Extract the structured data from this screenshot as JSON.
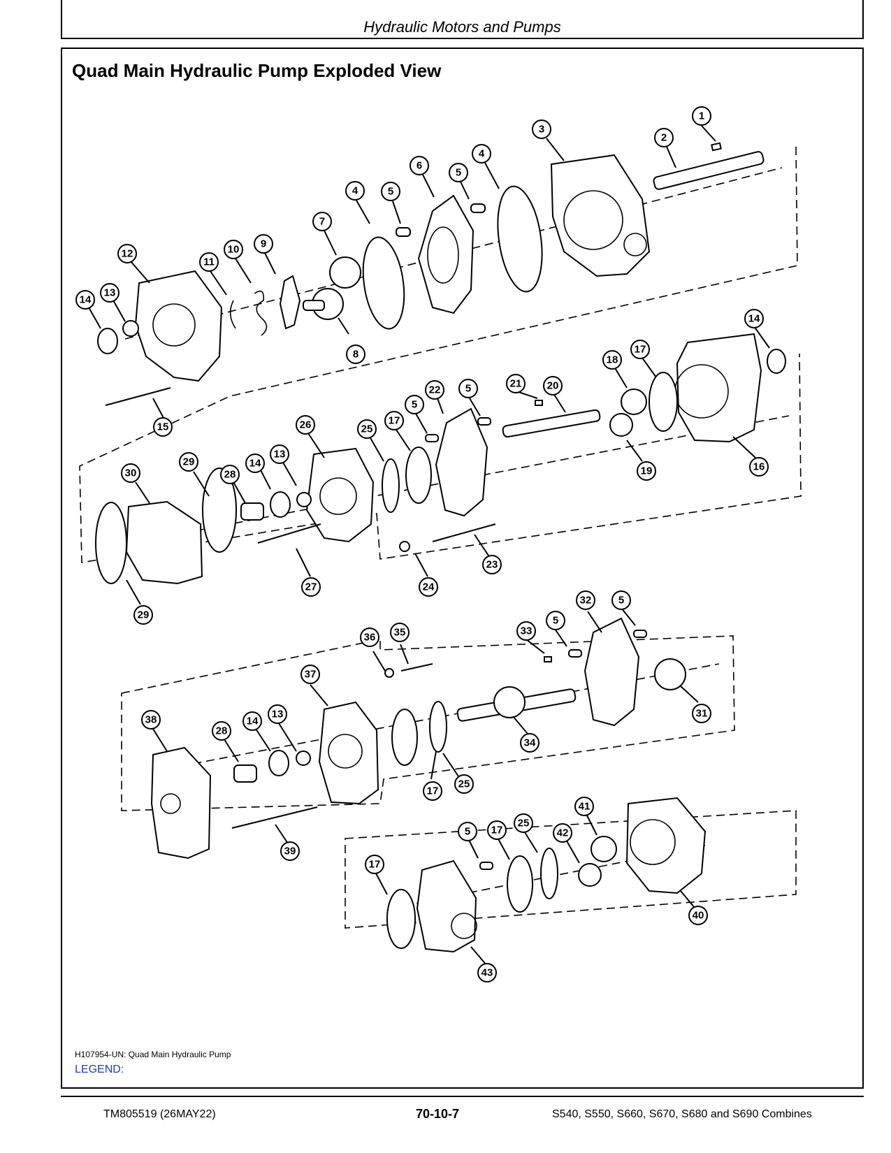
{
  "header": {
    "section_title": "Hydraulic Motors and Pumps"
  },
  "panel": {
    "title": "Quad Main Hydraulic Pump Exploded View",
    "callouts": [
      "1",
      "2",
      "3",
      "4",
      "4",
      "5",
      "5",
      "5",
      "6",
      "7",
      "8",
      "9",
      "10",
      "11",
      "12",
      "13",
      "13",
      "13",
      "14",
      "14",
      "14",
      "14",
      "15",
      "16",
      "17",
      "17",
      "17",
      "17",
      "17",
      "18",
      "19",
      "20",
      "21",
      "22",
      "23",
      "24",
      "25",
      "25",
      "25",
      "26",
      "27",
      "28",
      "28",
      "29",
      "29",
      "30",
      "31",
      "32",
      "33",
      "34",
      "35",
      "36",
      "37",
      "38",
      "39",
      "40",
      "41",
      "42",
      "43",
      "5",
      "5",
      "5",
      "5"
    ],
    "figure_caption": "H107954-UN: Quad Main Hydraulic Pump",
    "legend_label": "LEGEND:"
  },
  "footer": {
    "doc_id": "TM805519 (26MAY22)",
    "page_number": "70-10-7",
    "models": "S540, S550, S660, S670, S680 and S690 Combines"
  },
  "colors": {
    "legend": "#1f3fc4",
    "ink": "#000000"
  }
}
